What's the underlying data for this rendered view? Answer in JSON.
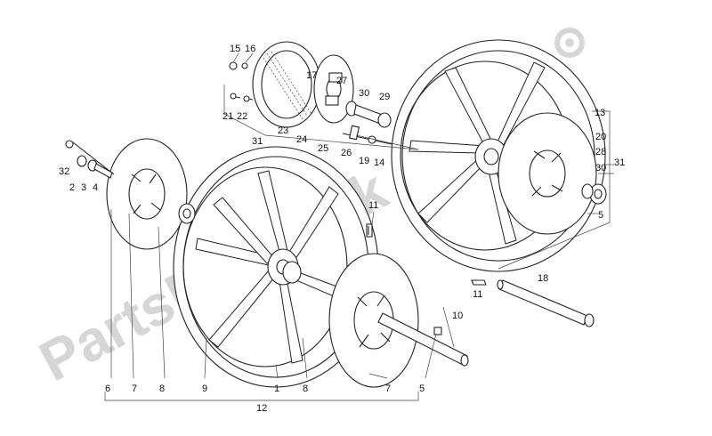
{
  "watermark": {
    "text": "PartsRepublik",
    "color": "#d6d6d6"
  },
  "callouts": [
    {
      "id": "c15",
      "label": "15"
    },
    {
      "id": "c16",
      "label": "16"
    },
    {
      "id": "c27",
      "label": "27"
    },
    {
      "id": "c30a",
      "label": "30"
    },
    {
      "id": "c29",
      "label": "29"
    },
    {
      "id": "c17",
      "label": "17"
    },
    {
      "id": "c21",
      "label": "21"
    },
    {
      "id": "c22",
      "label": "22"
    },
    {
      "id": "c23",
      "label": "23"
    },
    {
      "id": "c24",
      "label": "24"
    },
    {
      "id": "c25",
      "label": "25"
    },
    {
      "id": "c31a",
      "label": "31"
    },
    {
      "id": "c26",
      "label": "26"
    },
    {
      "id": "c19",
      "label": "19"
    },
    {
      "id": "c14",
      "label": "14"
    },
    {
      "id": "c13",
      "label": "13"
    },
    {
      "id": "c20",
      "label": "20"
    },
    {
      "id": "c28",
      "label": "28"
    },
    {
      "id": "c30b",
      "label": "30"
    },
    {
      "id": "c31b",
      "label": "31"
    },
    {
      "id": "c5a",
      "label": "5"
    },
    {
      "id": "c32",
      "label": "32"
    },
    {
      "id": "c2",
      "label": "2"
    },
    {
      "id": "c3",
      "label": "3"
    },
    {
      "id": "c4",
      "label": "4"
    },
    {
      "id": "c11a",
      "label": "11"
    },
    {
      "id": "c11b",
      "label": "11"
    },
    {
      "id": "c18",
      "label": "18"
    },
    {
      "id": "c10",
      "label": "10"
    },
    {
      "id": "c6",
      "label": "6"
    },
    {
      "id": "c7a",
      "label": "7"
    },
    {
      "id": "c8a",
      "label": "8"
    },
    {
      "id": "c9",
      "label": "9"
    },
    {
      "id": "c1",
      "label": "1"
    },
    {
      "id": "c8b",
      "label": "8"
    },
    {
      "id": "c7b",
      "label": "7"
    },
    {
      "id": "c5b",
      "label": "5"
    },
    {
      "id": "c12",
      "label": "12"
    }
  ]
}
